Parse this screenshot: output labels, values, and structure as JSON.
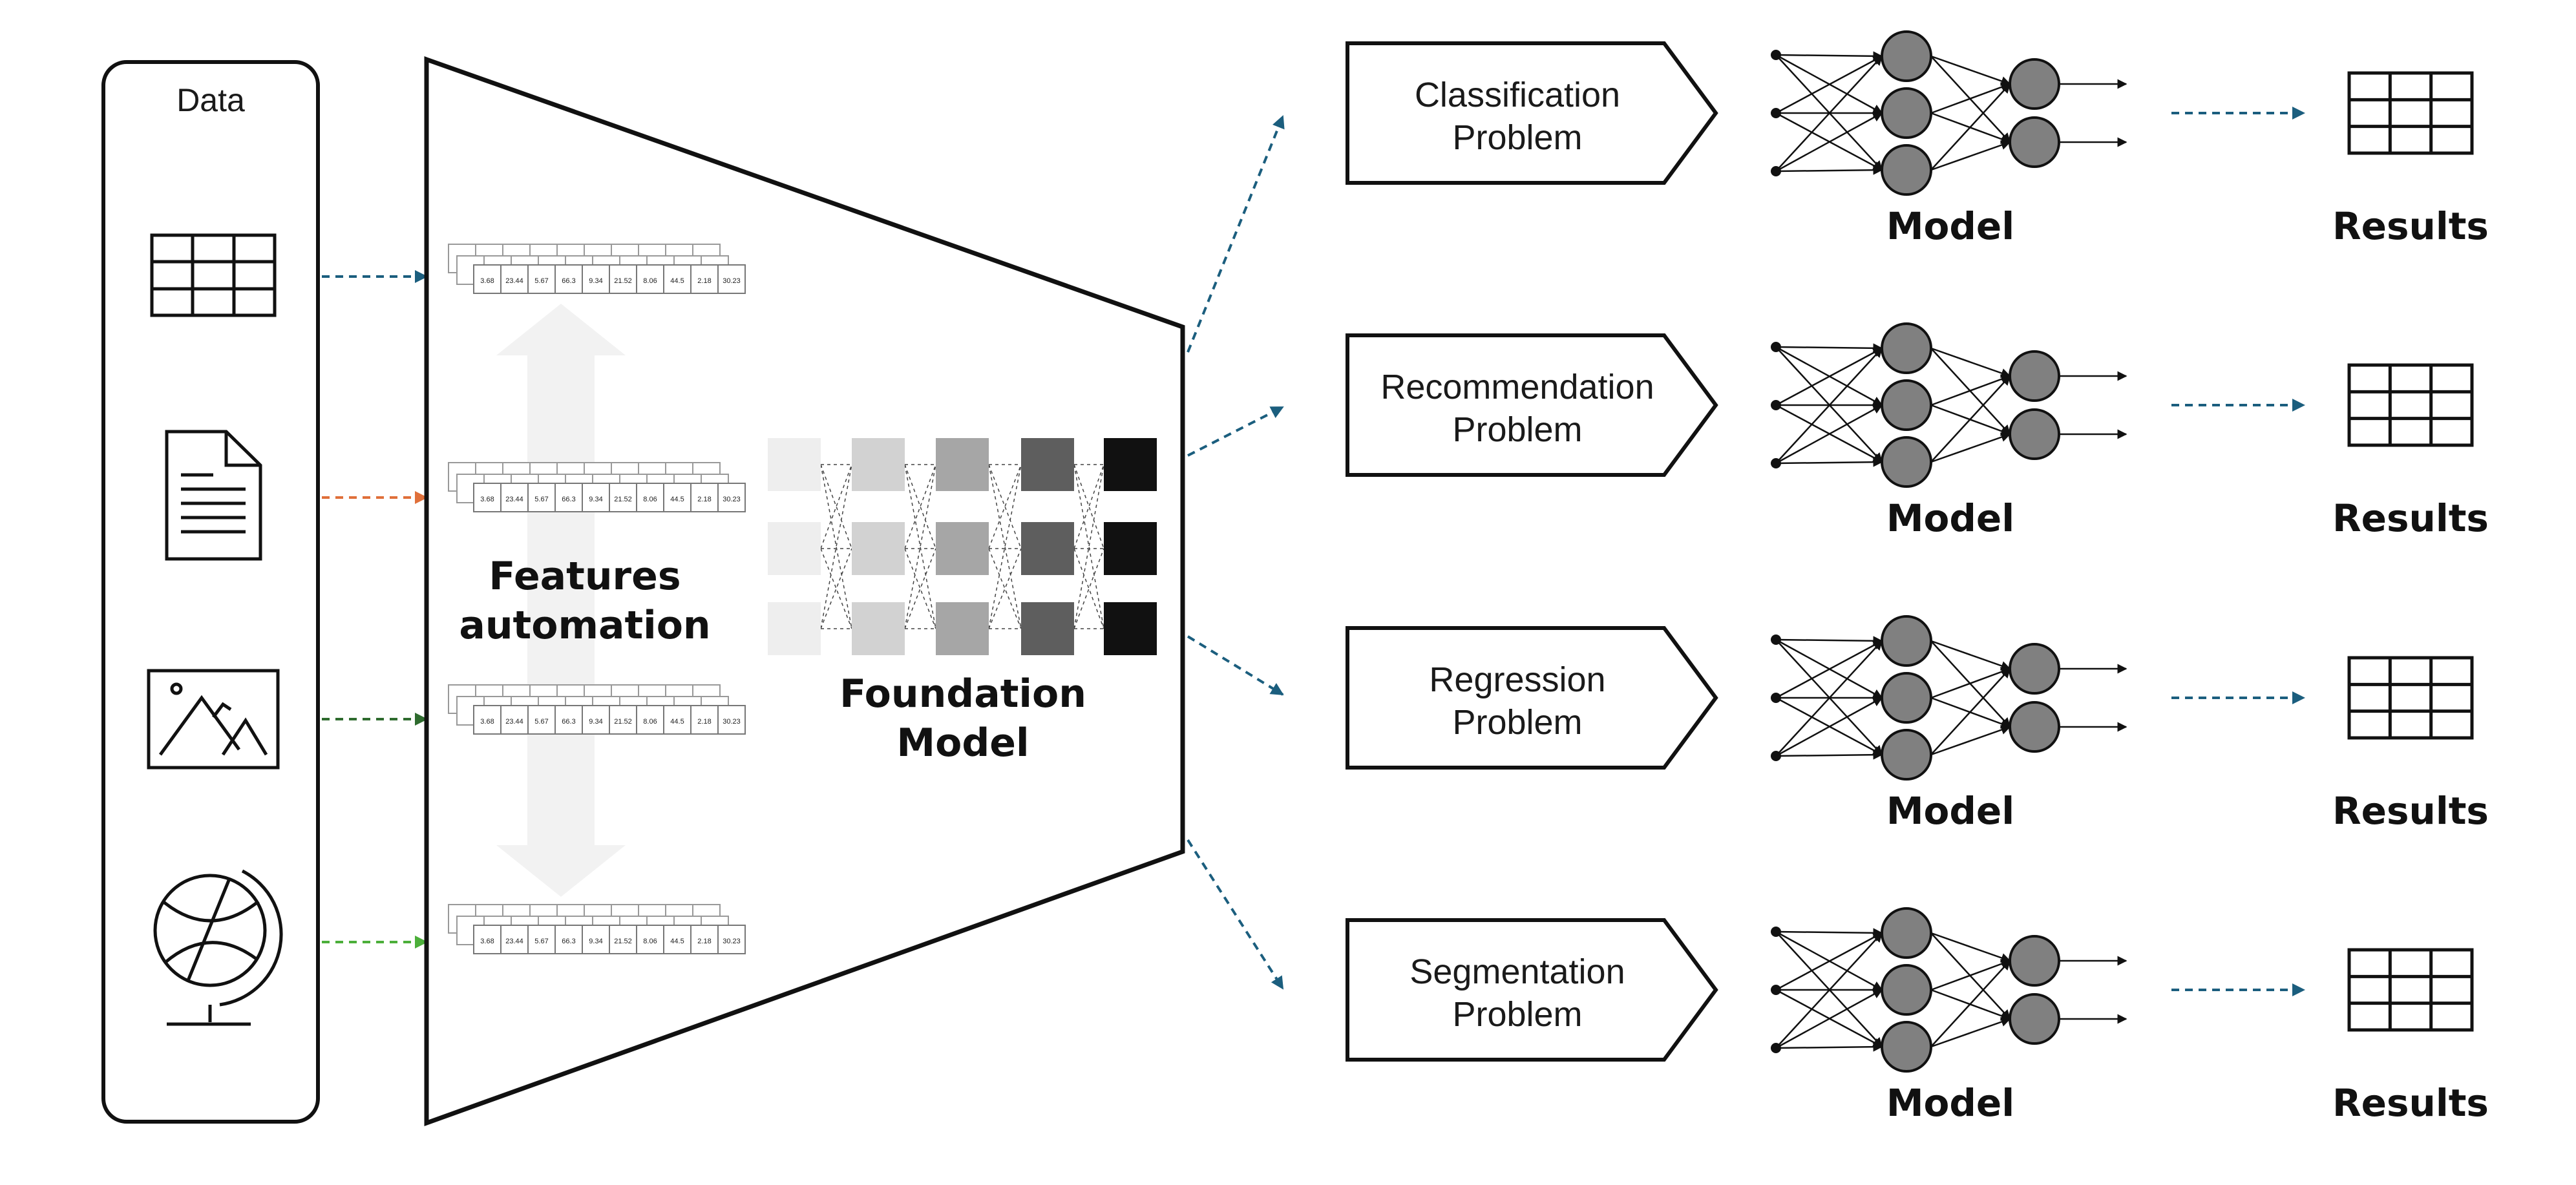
{
  "data_panel": {
    "title": "Data",
    "sources": [
      {
        "icon": "table-icon",
        "arrow_color": "#1b5e7e"
      },
      {
        "icon": "document-icon",
        "arrow_color": "#e0703a"
      },
      {
        "icon": "image-icon",
        "arrow_color": "#2e6b2e"
      },
      {
        "icon": "globe-icon",
        "arrow_color": "#4caf3a"
      }
    ]
  },
  "features": {
    "label_line1": "Features",
    "label_line2": "automation",
    "table_values": [
      "3.68",
      "23.44",
      "5.67",
      "66.3",
      "9.34",
      "21.52",
      "8.06",
      "44.5",
      "2.18",
      "30.23"
    ]
  },
  "foundation": {
    "label_line1": "Foundation",
    "label_line2": "Model",
    "layer_colors": [
      "#eeeeee",
      "#d2d2d2",
      "#a6a6a6",
      "#5e5e5e",
      "#111111"
    ]
  },
  "problems": [
    {
      "line1": "Classification",
      "line2": "Problem",
      "model_label": "Model",
      "results_label": "Results"
    },
    {
      "line1": "Recommendation",
      "line2": "Problem",
      "model_label": "Model",
      "results_label": "Results"
    },
    {
      "line1": "Regression",
      "line2": "Problem",
      "model_label": "Model",
      "results_label": "Results"
    },
    {
      "line1": "Segmentation",
      "line2": "Problem",
      "model_label": "Model",
      "results_label": "Results"
    }
  ],
  "colors": {
    "dashed_arrow": "#1b5e7e",
    "neuron_fill": "#808080",
    "stroke": "#111111"
  }
}
